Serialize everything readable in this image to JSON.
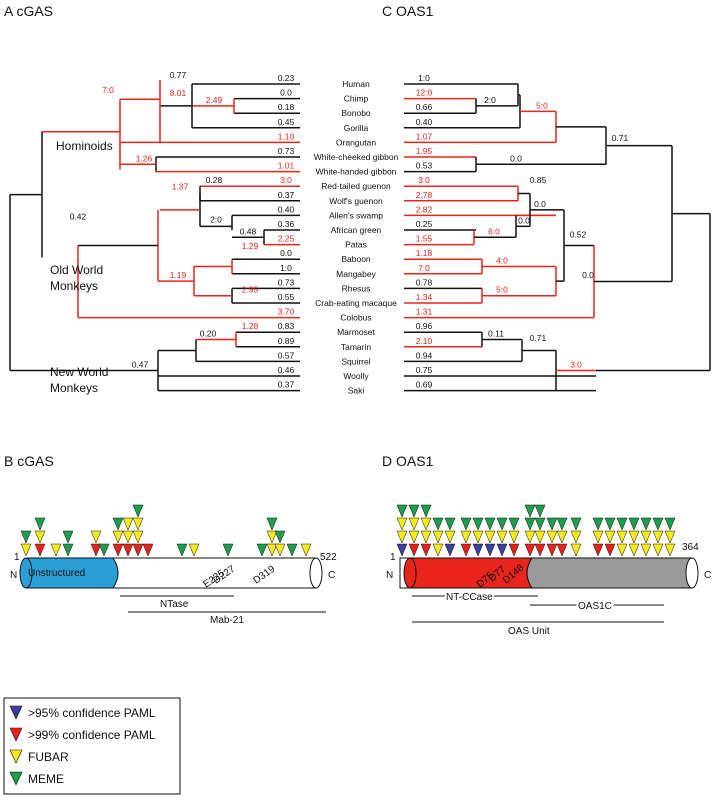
{
  "panels": {
    "a": "A  cGAS",
    "b": "B  cGAS",
    "c": "C  OAS1",
    "d": "D  OAS1"
  },
  "colors": {
    "black": "#111111",
    "red": "#e8241c",
    "blue": "#3d3f9e",
    "yellow": "#f5e91b",
    "green": "#1e9e4c",
    "unstructured": "#2a9fd6",
    "ntcase": "#e8241c",
    "oas1c": "#9a9a9a"
  },
  "species": [
    "Human",
    "Chimp",
    "Bonobo",
    "Gorilla",
    "Orangutan",
    "White-cheeked gibbon",
    "White-handed gibbon",
    "Red-tailed guenon",
    "Wolf's guenon",
    "Allen's swamp",
    "African green",
    "Patas",
    "Baboon",
    "Mangabey",
    "Rhesus",
    "Crab-eating macaque",
    "Colobus",
    "Marmoset",
    "Tamarin",
    "Squirrel",
    "Woolly",
    "Saki"
  ],
  "groups": {
    "hominoids": "Hominoids",
    "owm1": "Old World",
    "owm2": "Monkeys",
    "nwm1": "New World",
    "nwm2": "Monkeys"
  },
  "tree_a": {
    "tip_values": [
      "0.23",
      "0.0",
      "0.18",
      "0.45",
      "1.10",
      "0.73",
      "1.01",
      "3:0",
      "0.37",
      "0.40",
      "0.36",
      "2.25",
      "0.0",
      "1:0",
      "0.73",
      "0.55",
      "3.70",
      "0.83",
      "0.89",
      "0.57",
      "0.46",
      "0.37"
    ],
    "tip_red": [
      false,
      false,
      false,
      false,
      true,
      false,
      true,
      true,
      false,
      false,
      false,
      true,
      false,
      false,
      false,
      false,
      true,
      false,
      false,
      false,
      false,
      false
    ],
    "internal": {
      "chimp_bonobo": "2.49",
      "hcb": "0.77",
      "hominoids": "7:0",
      "gibbons": "1.26",
      "guenons": "1.37",
      "rtg_wg": "0.28",
      "asw_ag": "2:0",
      "ag_patas": "0.48",
      "papionins": "1.19",
      "bab_mang": "1.29",
      "rh_crab": "2.95",
      "owm": "0.42",
      "tam_marm": "1.28",
      "nwm_a": "0.20",
      "nwm": "0.47"
    }
  },
  "tree_c": {
    "tip_values": [
      "1:0",
      "12:0",
      "0.66",
      "0.40",
      "1.07",
      "1.95",
      "0.53",
      "3:0",
      "2.78",
      "2.82",
      "0.25",
      "1.55",
      "1.18",
      "7:0",
      "0.78",
      "1.34",
      "1.31",
      "0.96",
      "2.10",
      "0.94",
      "0.75",
      "0.69"
    ],
    "tip_red": [
      false,
      true,
      false,
      false,
      true,
      true,
      false,
      true,
      true,
      true,
      false,
      true,
      true,
      true,
      false,
      true,
      true,
      false,
      true,
      false,
      false,
      false
    ],
    "internal": {
      "chimp_bonobo": "2:0",
      "hcb_ape": "5:0",
      "hominoids": "0.71",
      "gibbons": "0.0",
      "guenons": "0.85",
      "asw_g": "0.0",
      "ag_patas": "6:0",
      "ag_guen": "0.0",
      "owm": "0.52",
      "bab_mang": "4:0",
      "rh_crab": "5:0",
      "papionins": "0.0",
      "tam_marm": "0.11",
      "nwm_a": "0.71",
      "nwm": "3:0"
    }
  },
  "protein_b": {
    "start": "1",
    "end": "522",
    "n": "N",
    "c": "C",
    "region": "Unstructured",
    "sites": [
      "E225",
      "D227",
      "D319"
    ],
    "domains": [
      "NTase",
      "Mab-21"
    ]
  },
  "protein_d": {
    "start": "1",
    "end": "364",
    "n": "N",
    "c": "C",
    "sites": [
      "D75",
      "D77",
      "D148"
    ],
    "domains": [
      "NT-CCase",
      "OAS1C",
      "OAS Unit"
    ]
  },
  "legend": [
    {
      "label": ">95% confidence PAML",
      "color": "blue"
    },
    {
      "label": ">99% confidence PAML",
      "color": "red"
    },
    {
      "label": "FUBAR",
      "color": "yellow"
    },
    {
      "label": "MEME",
      "color": "green"
    }
  ]
}
